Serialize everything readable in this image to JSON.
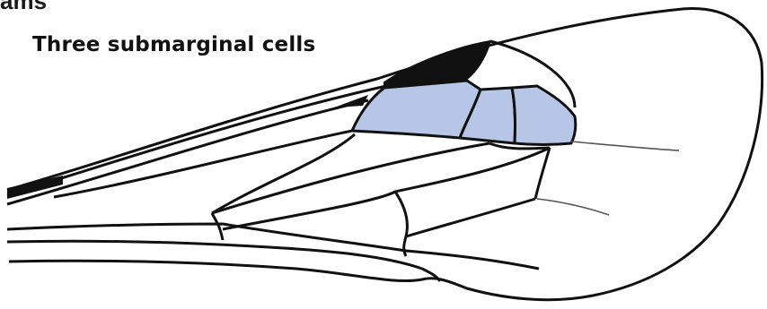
{
  "header": {
    "title_fragment": "ams",
    "caption": "Three submarginal cells"
  },
  "colors": {
    "vein": "#111111",
    "submarginal_cell_fill": "#b7c6e6",
    "stigma_fill": "#111111",
    "background": "#ffffff"
  },
  "figure": {
    "subject": "insect forewing venation",
    "highlighted_cells": 3
  }
}
